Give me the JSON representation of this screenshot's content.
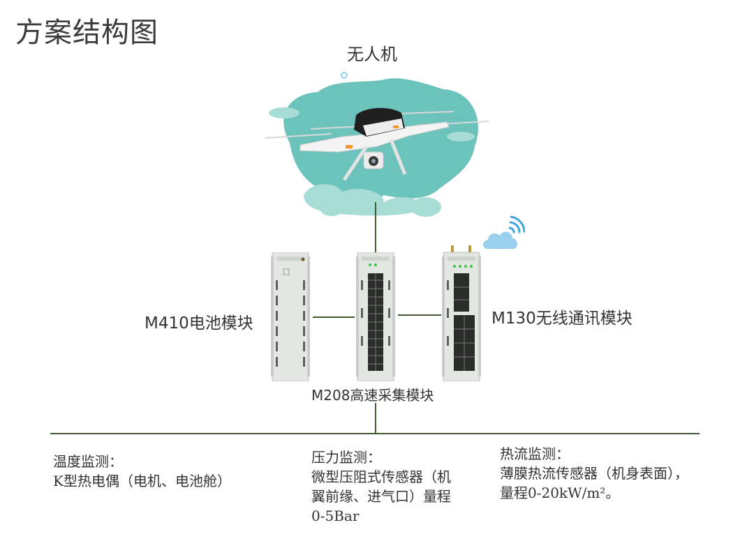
{
  "title": "方案结构图",
  "drone": {
    "label": "无人机"
  },
  "modules": {
    "m410": {
      "label": "M410电池模块"
    },
    "m208": {
      "label": "M208高速采集模块"
    },
    "m130": {
      "label": "M130无线通讯模块"
    }
  },
  "sensors": {
    "temperature": {
      "heading": "温度监测：",
      "desc": "K型热电偶（电机、电池舱）"
    },
    "pressure": {
      "heading": "压力监测：",
      "desc": "微型压阻式传感器（机翼前缘、进气口）量程0-5Bar"
    },
    "heat_flux": {
      "heading": "热流监测：",
      "desc": "薄膜热流传感器（机身表面），量程0-20kW/m²。"
    }
  },
  "colors": {
    "line": "#3e5a2e",
    "cloud_teal": "#6cc3bc",
    "cloud_light": "#a8dcd6",
    "module_body": "#e4e6e3",
    "wifi_cloud": "#9ad0ee"
  },
  "icons": [
    "drone-icon",
    "cloud-wifi-icon"
  ]
}
